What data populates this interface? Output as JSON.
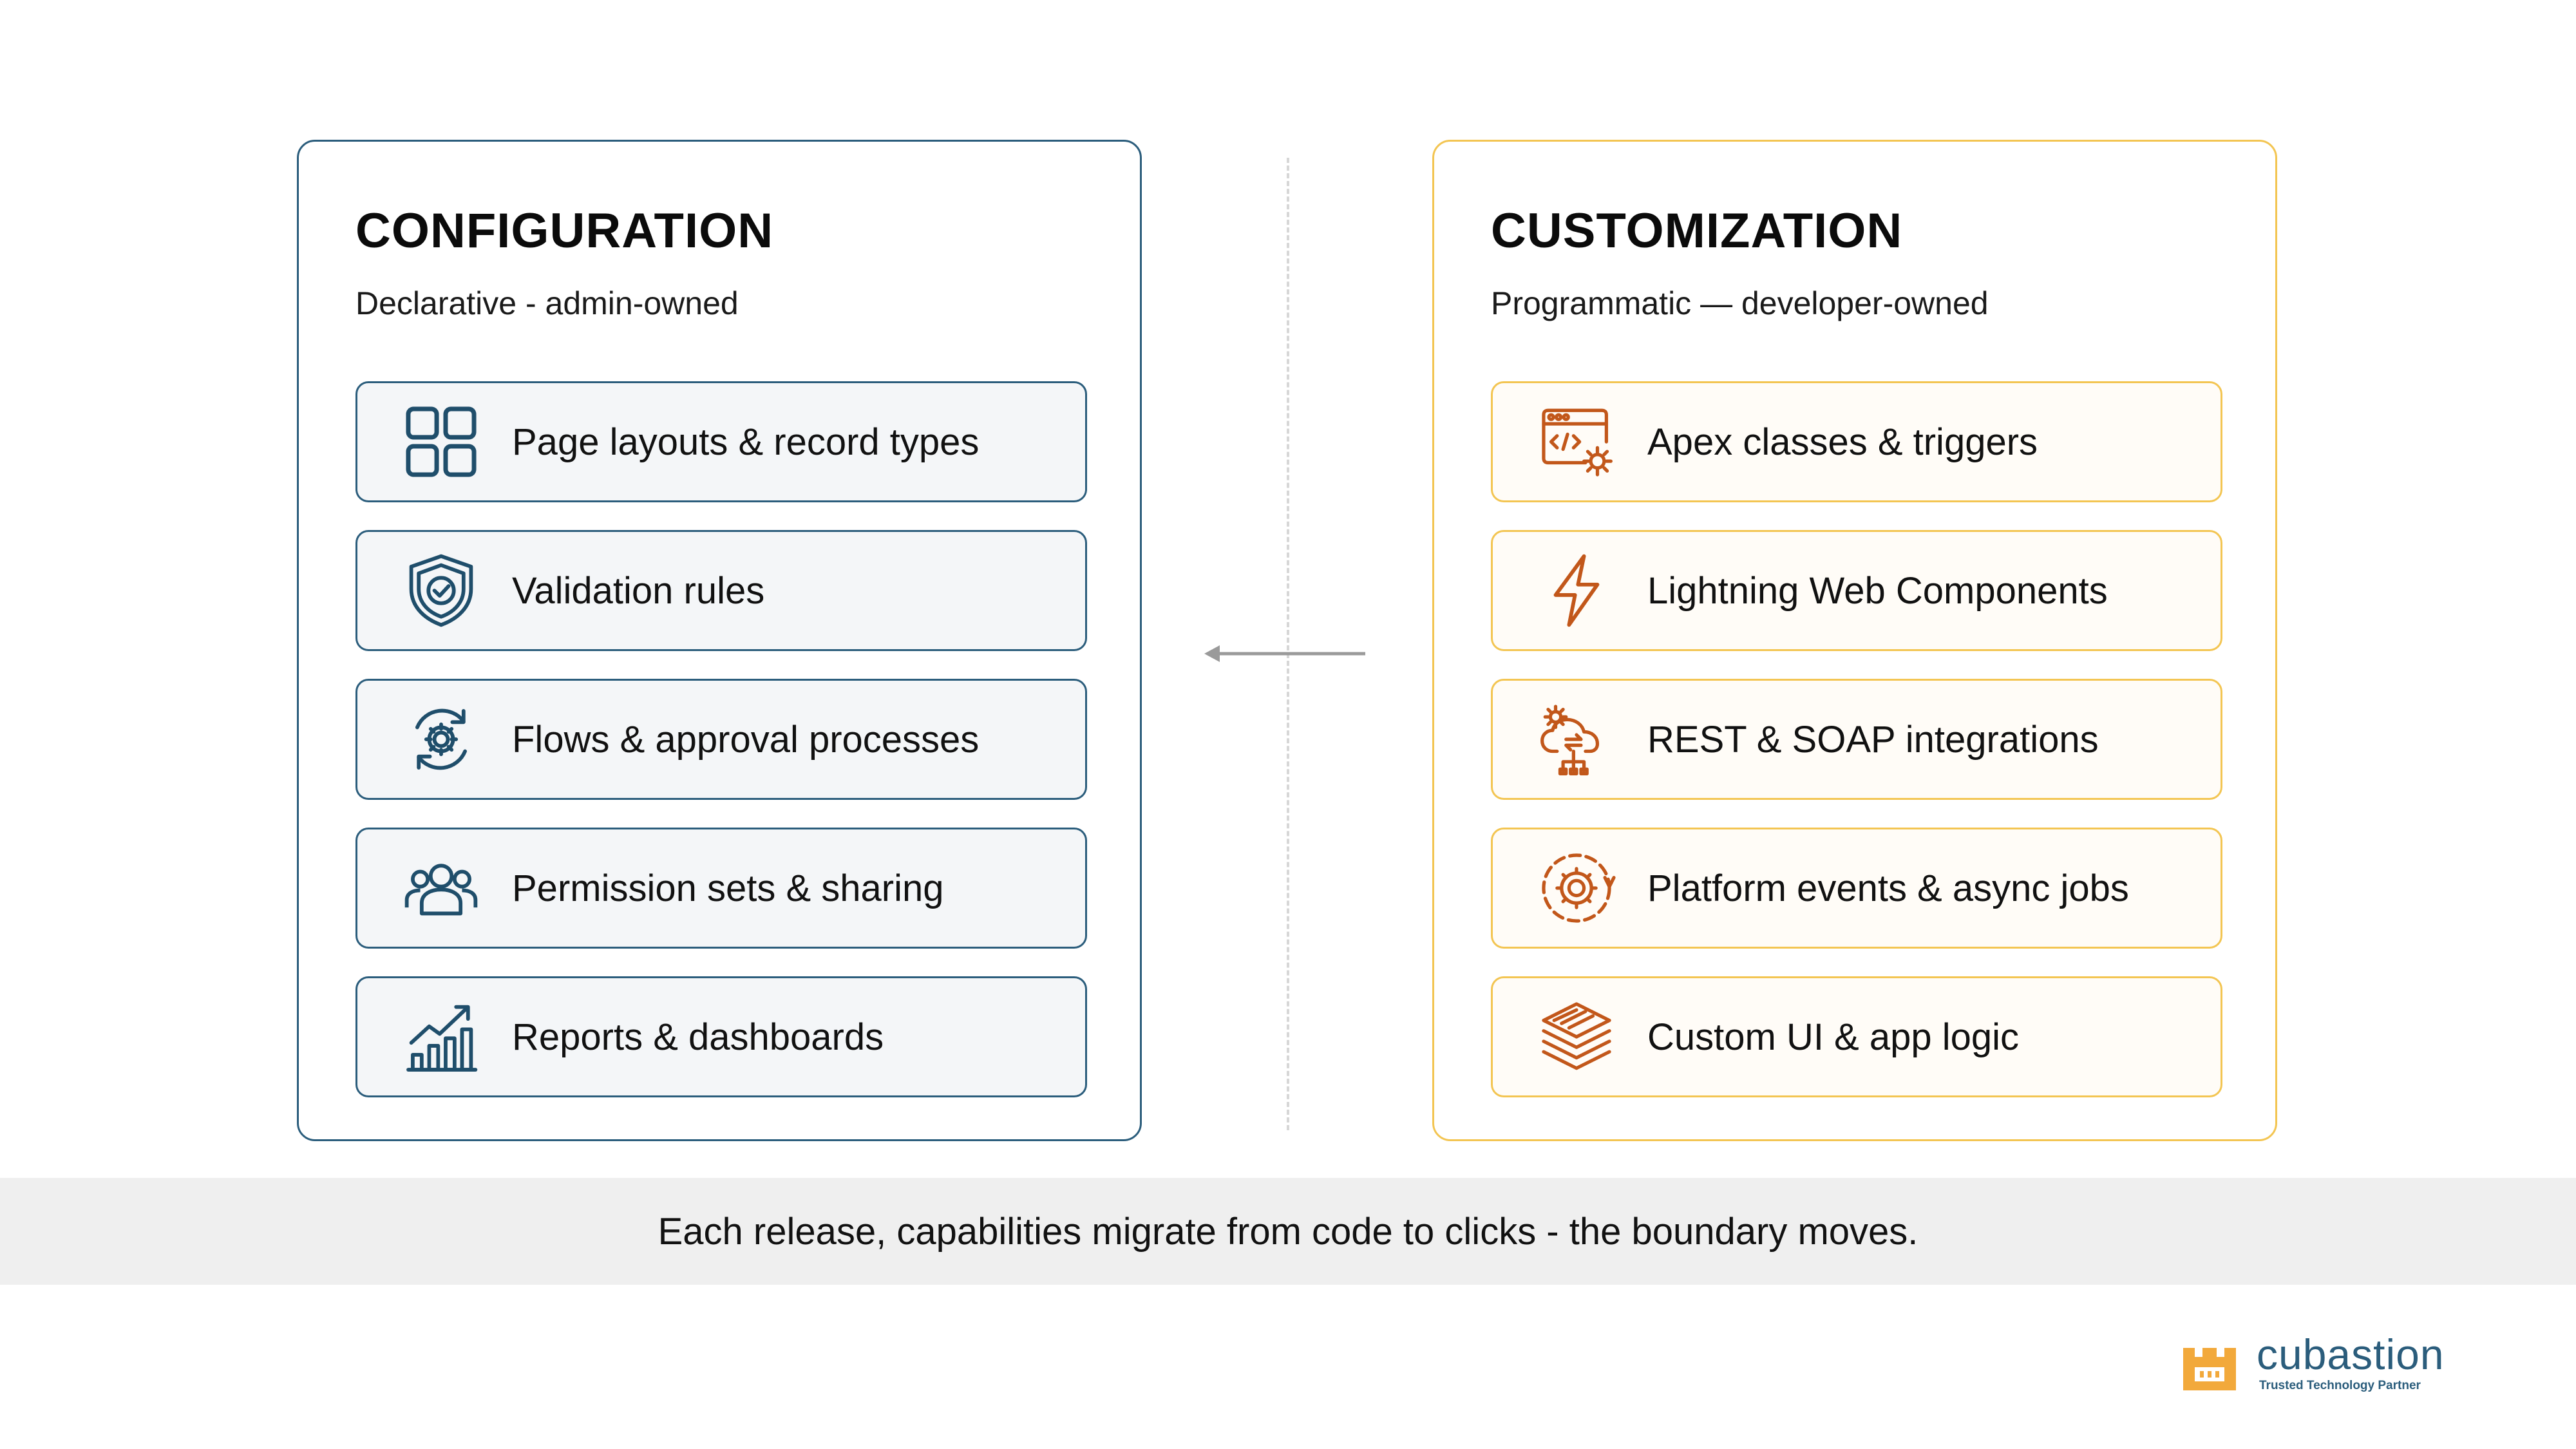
{
  "configuration": {
    "title": "CONFIGURATION",
    "subtitle": "Declarative - admin-owned",
    "items": [
      {
        "label": "Page layouts & record types",
        "icon": "layout-grid-icon"
      },
      {
        "label": "Validation rules",
        "icon": "shield-check-icon"
      },
      {
        "label": "Flows & approval processes",
        "icon": "gear-cycle-icon"
      },
      {
        "label": "Permission sets & sharing",
        "icon": "users-group-icon"
      },
      {
        "label": "Reports & dashboards",
        "icon": "bar-chart-trend-icon"
      }
    ]
  },
  "customization": {
    "title": "CUSTOMIZATION",
    "subtitle": "Programmatic — developer-owned",
    "items": [
      {
        "label": "Apex classes & triggers",
        "icon": "code-window-gear-icon"
      },
      {
        "label": "Lightning Web Components",
        "icon": "lightning-bolt-icon"
      },
      {
        "label": "REST & SOAP integrations",
        "icon": "cloud-integration-icon"
      },
      {
        "label": "Platform events & async jobs",
        "icon": "gear-dashed-cycle-icon"
      },
      {
        "label": "Custom UI & app logic",
        "icon": "layers-stack-icon"
      }
    ]
  },
  "footer": {
    "text": "Each release, capabilities migrate from code to clicks - the boundary moves."
  },
  "logo": {
    "name": "cubastion",
    "tagline": "Trusted Technology Partner"
  },
  "colors": {
    "config_accent": "#2b5d7c",
    "custom_accent": "#f3c552",
    "custom_icon": "#c2571a",
    "footer_bg": "#efefef",
    "logo_mark": "#f2a93b"
  }
}
